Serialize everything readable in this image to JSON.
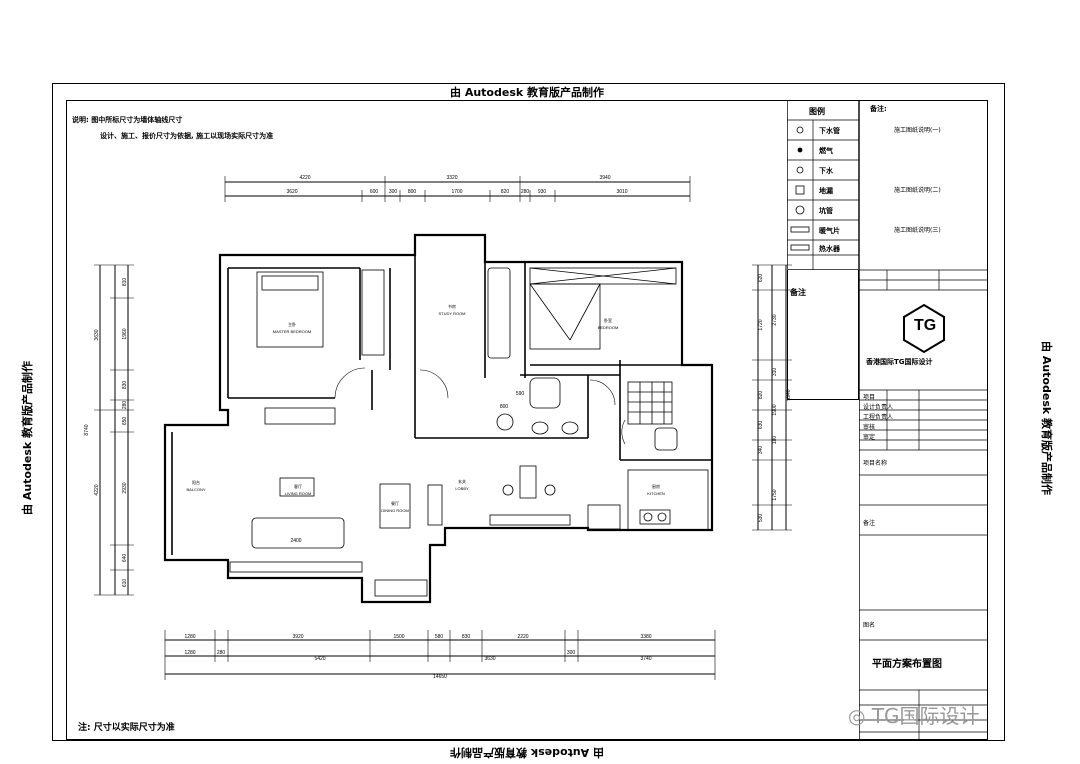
{
  "watermark": "由 Autodesk 教育版产品制作",
  "notes": {
    "line1": "说明: 图中所标尺寸为墙体轴线尺寸",
    "line2": "设计、施工、报价尺寸为依据, 施工以现场实际尺寸为准",
    "bottom": "注: 尺寸以实际尺寸为准"
  },
  "legend": {
    "title": "图例",
    "items": [
      {
        "icon": "circle-icon",
        "label": "下水管"
      },
      {
        "icon": "gas-icon",
        "label": "燃气"
      },
      {
        "icon": "drain-icon",
        "label": "下水"
      },
      {
        "icon": "floor-drain-icon",
        "label": "地漏"
      },
      {
        "icon": "pipe-icon",
        "label": "坑管"
      },
      {
        "icon": "heater-icon",
        "label": "暖气片"
      },
      {
        "icon": "water-heater-icon",
        "label": "热水器"
      }
    ],
    "remarks": "备注"
  },
  "notes_block": {
    "title": "备注:",
    "items": [
      "施工图纸说明(一)",
      "施工图纸说明(二)",
      "施工图纸说明(三)"
    ]
  },
  "titleblock": {
    "company": "香港国际TG国际设计",
    "logo_text": "TG",
    "drawing_name": "平面方案布置图",
    "fields": [
      "项目",
      "设计负责人",
      "工程负责人",
      "审核",
      "审定",
      "项目名称",
      "备注",
      "图名"
    ]
  },
  "footer": {
    "brand": "TG国际设计"
  },
  "rooms": [
    {
      "name": "MASTER BEDROOM",
      "cn": "主卧"
    },
    {
      "name": "STUDY ROOM",
      "cn": "书房"
    },
    {
      "name": "BEDROOM",
      "cn": "卧室"
    },
    {
      "name": "BALCONY",
      "cn": "阳台"
    },
    {
      "name": "LIVING ROOM",
      "cn": "客厅"
    },
    {
      "name": "DINING ROOM",
      "cn": "餐厅"
    },
    {
      "name": "LOBBY",
      "cn": "玄关"
    },
    {
      "name": "KITCHEN",
      "cn": "厨房"
    }
  ],
  "dims": {
    "top1": [
      "4220",
      "3320",
      "3940"
    ],
    "top2": [
      "3620",
      "600",
      "300",
      "800",
      "1700",
      "820",
      "280",
      "930",
      "3010"
    ],
    "bottom1": [
      "1280",
      "3920",
      "1500",
      "580",
      "830",
      "2220",
      "3380"
    ],
    "bottom2": [
      "1280",
      "280",
      "5420",
      "3630",
      "300",
      "3740"
    ],
    "total": "14650",
    "left1": [
      "3630",
      "4220",
      "8740"
    ],
    "left2": [
      "810",
      "1960",
      "830",
      "280",
      "650",
      "2930",
      "640",
      "610"
    ],
    "right": [
      "620",
      "1720",
      "2730",
      "310",
      "820",
      "1900",
      "630",
      "180",
      "340",
      "1750",
      "530",
      "5940"
    ],
    "sofa": "2400",
    "small": [
      "800",
      "590"
    ]
  }
}
